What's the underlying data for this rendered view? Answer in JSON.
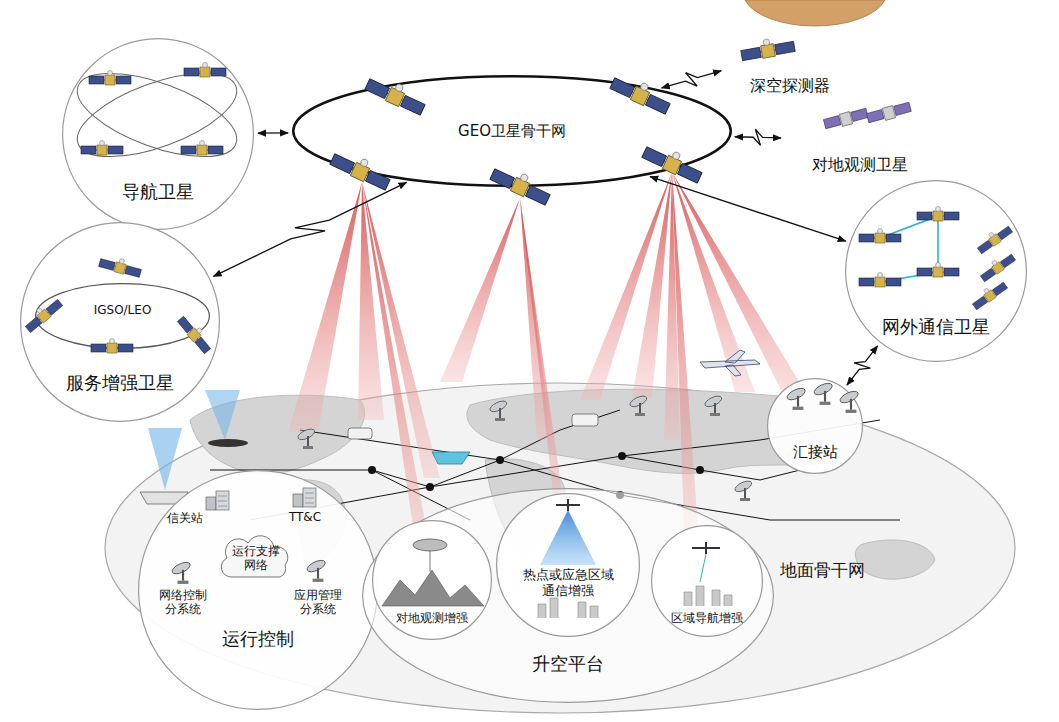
{
  "diagram": {
    "nodes": [
      {
        "text": [
          "GEO卫星骨干网"
        ]
      },
      {
        "text": [
          "深空探测器"
        ]
      },
      {
        "text": [
          "导航卫星"
        ]
      },
      {
        "text": [
          "对地观测卫星"
        ]
      },
      {
        "text": [
          "网外通信卫星"
        ]
      },
      {
        "text": [
          "服务增强卫星"
        ]
      },
      {
        "text": [
          "IGSO/LEO"
        ],
        "in": 5
      },
      {
        "text": [
          "汇接站"
        ]
      },
      {
        "text": [
          "运行控制"
        ]
      },
      {
        "text": [
          "信关站"
        ],
        "in": 8
      },
      {
        "text": [
          "TT&C"
        ],
        "in": 8
      },
      {
        "text": [
          "运行支撑 网络"
        ],
        "in": 8
      },
      {
        "text": [
          "网络控制 分系统"
        ],
        "in": 8
      },
      {
        "text": [
          "应用管理 分系统"
        ],
        "in": 8
      },
      {
        "text": [
          "升空平台"
        ]
      },
      {
        "text": [
          "对地观测增强"
        ],
        "in": 14
      },
      {
        "text": [
          "热点或应急区域 通信增强"
        ],
        "in": 14
      },
      {
        "text": [
          "区域导航增强"
        ],
        "in": 14
      }
    ],
    "edges": [
      {
        "from": 0,
        "to": 2,
        "arrow": "both"
      },
      {
        "from": 0,
        "to": 1,
        "arrow": "both"
      },
      {
        "from": 0,
        "to": 3,
        "arrow": "both"
      },
      {
        "from": 0,
        "to": 4,
        "arrow": "both"
      },
      {
        "from": 0,
        "to": 5,
        "arrow": "both"
      },
      {
        "from": 4,
        "to": 7,
        "arrow": "both"
      }
    ],
    "labels": [
      "地面骨干网"
    ]
  }
}
